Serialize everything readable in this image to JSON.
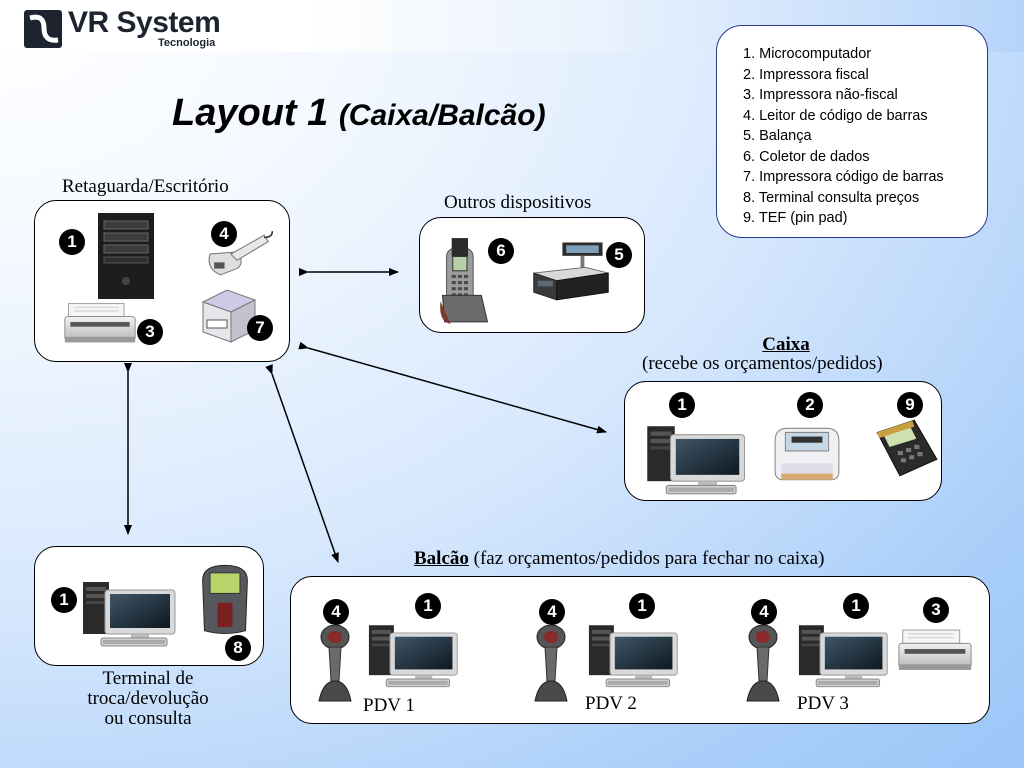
{
  "header": {
    "logo_name": "VR System",
    "logo_sub": "Tecnologia"
  },
  "title": {
    "main": "Layout 1",
    "sub": "(Caixa/Balcão)"
  },
  "legend": {
    "items": [
      "1. Microcomputador",
      "2. Impressora fiscal",
      "3. Impressora não-fiscal",
      "4. Leitor de código de barras",
      "5. Balança",
      "6. Coletor de dados",
      "7. Impressora código de barras",
      "8. Terminal consulta preços",
      "9. TEF (pin pad)"
    ]
  },
  "groups": {
    "retaguarda": {
      "label": "Retaguarda/Escritório",
      "numbers": [
        "1",
        "4",
        "3",
        "7"
      ]
    },
    "outros": {
      "label": "Outros dispositivos",
      "numbers": [
        "6",
        "5"
      ]
    },
    "caixa": {
      "label": "Caixa",
      "sublabel": "(recebe os orçamentos/pedidos)",
      "numbers": [
        "1",
        "2",
        "9"
      ]
    },
    "terminal": {
      "label_line1": "Terminal de",
      "label_line2": "troca/devolução",
      "label_line3": "ou consulta",
      "numbers": [
        "1",
        "8"
      ]
    },
    "balcao": {
      "label": "Balcão",
      "sublabel": "(faz orçamentos/pedidos para fechar no caixa)",
      "pdv1": "PDV 1",
      "pdv2": "PDV 2",
      "pdv3": "PDV 3",
      "numbers": [
        "4",
        "1",
        "4",
        "1",
        "4",
        "1",
        "3"
      ]
    }
  },
  "colors": {
    "accent_border": "#2a3a8c",
    "badge": "#000000",
    "background_light": "#ffffff",
    "background_blue": "#9cc6f7"
  },
  "icons": {
    "computer": "desktop-computer-icon",
    "barcode_reader": "barcode-scanner-icon",
    "printer": "dot-matrix-printer-icon",
    "label_printer": "label-printer-icon",
    "collector": "data-collector-icon",
    "scale": "scale-icon",
    "fiscal_printer": "fiscal-printer-icon",
    "pinpad": "pin-pad-icon",
    "price_terminal": "price-checker-icon"
  }
}
